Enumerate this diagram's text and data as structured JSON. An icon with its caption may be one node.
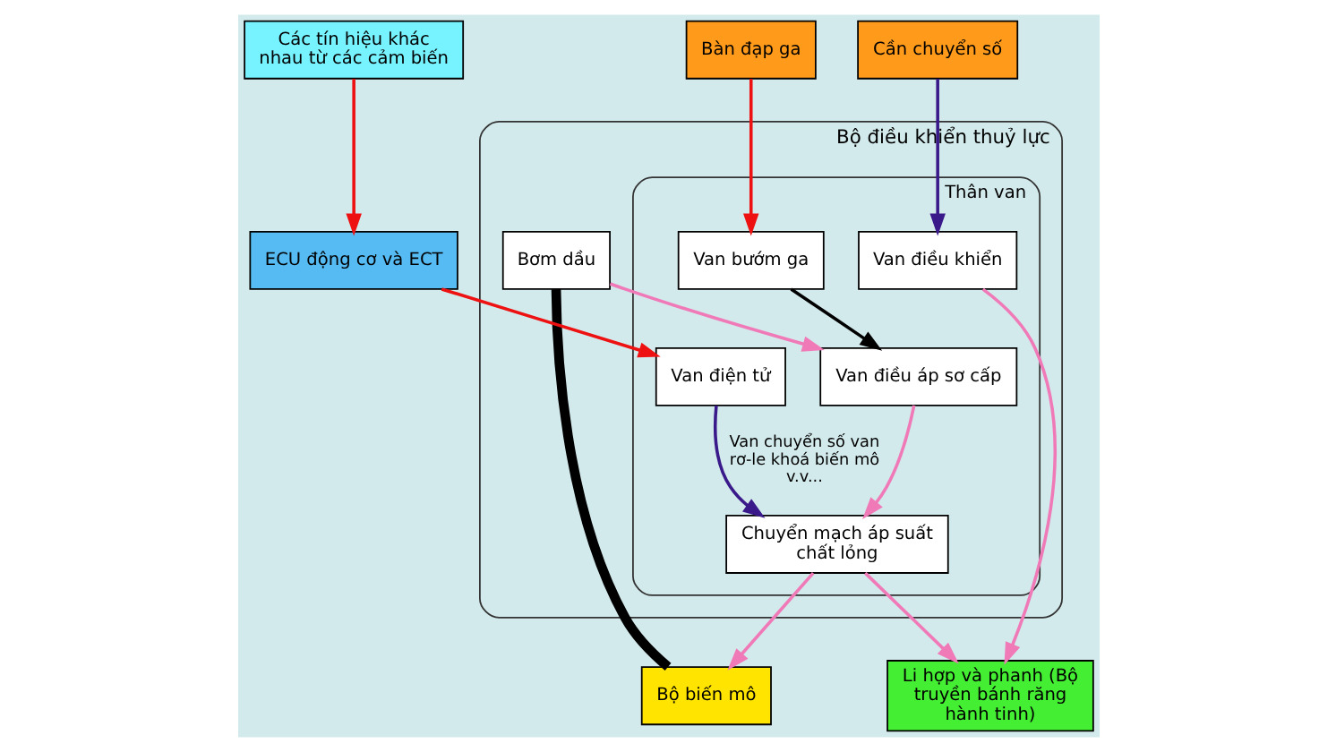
{
  "diagram": {
    "nodes": [
      {
        "text": [
          "Bộ điều khiển thuỷ lực"
        ]
      },
      {
        "text": [
          "Thân van"
        ],
        "in": 0
      },
      {
        "text": [
          "Bơm dầu"
        ],
        "in": 0
      },
      {
        "text": [
          "Van bướm ga"
        ],
        "in": 1
      },
      {
        "text": [
          "Van điều áp sơ cấp"
        ],
        "in": 1
      },
      {
        "text": [
          "Chuyển mạch áp suất chất lỏng"
        ],
        "in": 1
      },
      {
        "text": [
          "Van điều khiển"
        ],
        "in": 1
      },
      {
        "text": [
          "Van điện tử"
        ],
        "in": 1
      },
      {
        "text": [
          "Bộ biến mô"
        ]
      },
      {
        "text": [
          "Bàn đạp ga"
        ]
      },
      {
        "text": [
          "Li hợp và phanh (Bộ truyền bánh răng hành tinh)"
        ]
      },
      {
        "text": [
          "Các tín hiệu khác nhau từ các cảm biến"
        ]
      },
      {
        "text": [
          "ECU động cơ và ECT"
        ]
      },
      {
        "text": [
          "Cần chuyển số"
        ]
      }
    ],
    "edges": [
      {
        "from": 8,
        "to": 2,
        "arrow": "none",
        "style": "thick",
        "color": "#000000"
      },
      {
        "from": 9,
        "to": 3,
        "arrow": "to",
        "color": "#ee1111"
      },
      {
        "from": 3,
        "to": 4,
        "arrow": "to",
        "color": "#000000"
      },
      {
        "from": 2,
        "to": 4,
        "arrow": "to",
        "color": "#f07ab8"
      },
      {
        "from": 4,
        "to": 5,
        "arrow": "to",
        "color": "#f07ab8"
      },
      {
        "from": 7,
        "to": 5,
        "arrow": "to",
        "label": "Van chuyển số van rơ-le khoá biến mô v.v...",
        "color": "#3a1a8a"
      },
      {
        "from": 13,
        "to": 6,
        "arrow": "to",
        "color": "#3a1a8a"
      },
      {
        "from": 11,
        "to": 12,
        "arrow": "to",
        "color": "#ee1111"
      },
      {
        "from": 12,
        "to": 7,
        "arrow": "to",
        "color": "#ee1111"
      },
      {
        "from": 5,
        "to": 10,
        "arrow": "to",
        "color": "#f07ab8"
      },
      {
        "from": 6,
        "to": 10,
        "arrow": "to",
        "color": "#f07ab8"
      },
      {
        "from": 5,
        "to": 8,
        "arrow": "to",
        "color": "#f07ab8"
      }
    ]
  }
}
